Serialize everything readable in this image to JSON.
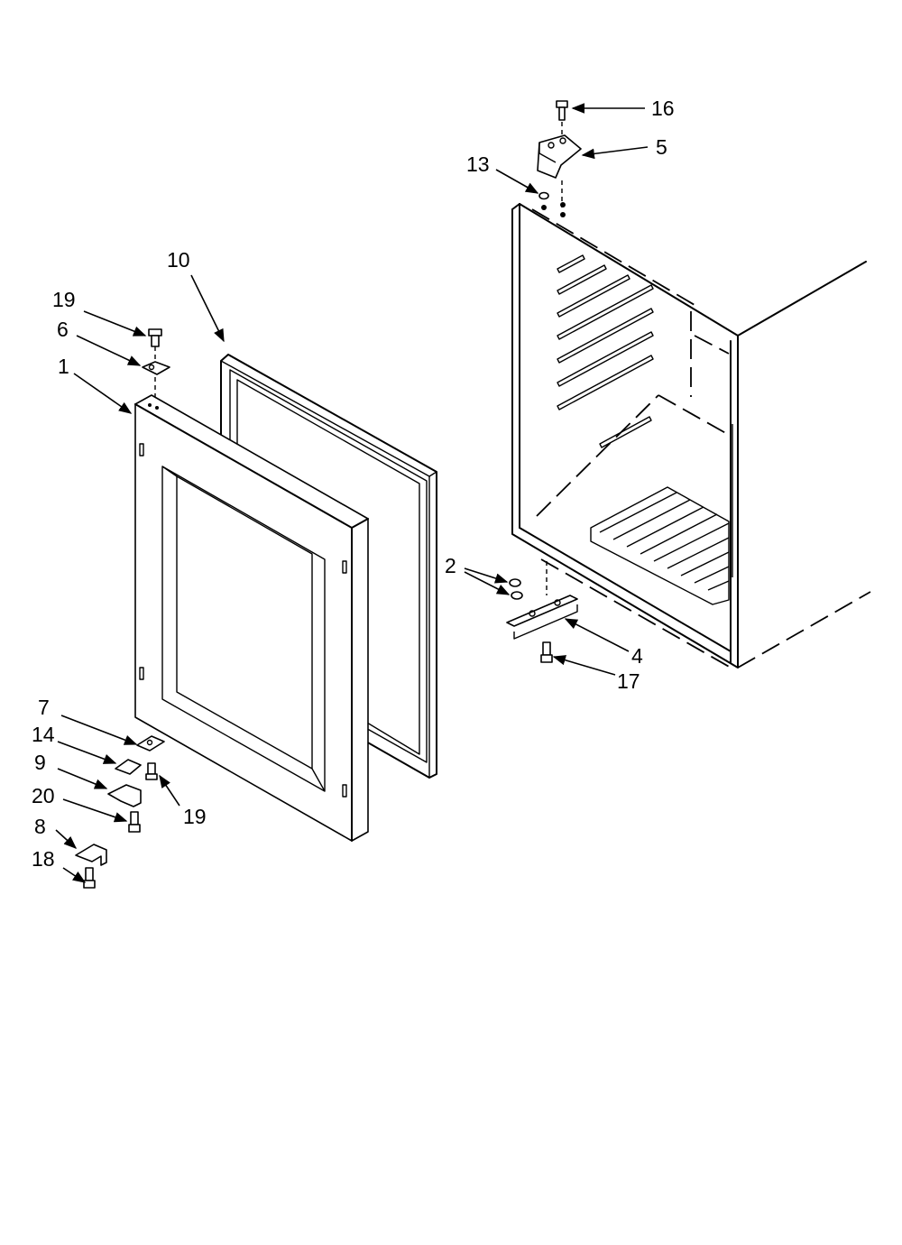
{
  "callouts": {
    "c1": "1",
    "c2": "2",
    "c4": "4",
    "c5": "5",
    "c6": "6",
    "c7": "7",
    "c8": "8",
    "c9": "9",
    "c10": "10",
    "c13": "13",
    "c14": "14",
    "c16": "16",
    "c17": "17",
    "c18": "18",
    "c19_top": "19",
    "c19_bottom": "19",
    "c20": "20"
  }
}
